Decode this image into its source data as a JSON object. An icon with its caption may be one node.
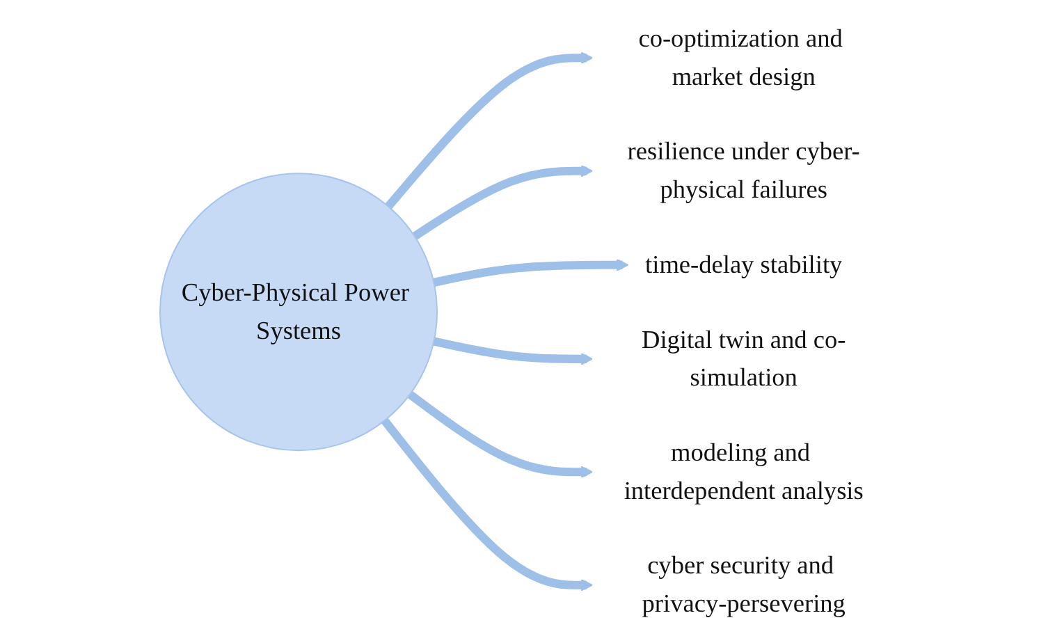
{
  "diagram": {
    "nodes": [
      {
        "text": [
          "co-optimization and market design"
        ]
      },
      {
        "text": [
          "cyber security and privacy-persevering"
        ]
      },
      {
        "text": [
          "resilience under cyber-physical failures"
        ]
      },
      {
        "text": [
          "Cyber-Physical Power Systems"
        ]
      },
      {
        "text": [
          "modeling and interdependent analysis"
        ]
      },
      {
        "text": [
          "time-delay stability"
        ]
      },
      {
        "text": [
          "Digital twin and co-simulation"
        ]
      }
    ],
    "edges": [
      {
        "from": 3,
        "to": 0,
        "arrow": "to"
      },
      {
        "from": 3,
        "to": 2,
        "arrow": "to"
      },
      {
        "from": 3,
        "to": 5,
        "arrow": "to"
      },
      {
        "from": 3,
        "to": 6,
        "arrow": "to"
      },
      {
        "from": 3,
        "to": 4,
        "arrow": "to"
      },
      {
        "from": 3,
        "to": 1,
        "arrow": "to"
      }
    ]
  }
}
